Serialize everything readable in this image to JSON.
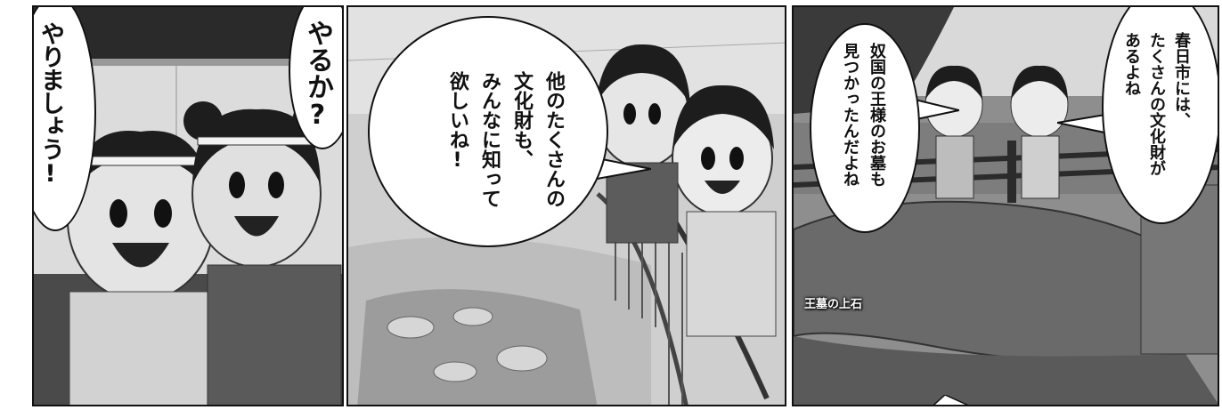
{
  "panels": [
    {
      "bubbles": [
        {
          "lines": [
            "やりましょう!"
          ]
        },
        {
          "lines": [
            "やるか?"
          ]
        }
      ]
    },
    {
      "bubbles": [
        {
          "lines": [
            "他のたくさんの",
            "文化財も、",
            "みんなに知って",
            "欲しいね!"
          ]
        }
      ]
    },
    {
      "bubbles": [
        {
          "lines": [
            "春日市には、",
            "たくさんの文化財が",
            "あるよね"
          ]
        },
        {
          "lines": [
            "奴国の王様のお墓も",
            "見つかったんだよね"
          ]
        }
      ],
      "caption": "王墓の上石"
    }
  ]
}
